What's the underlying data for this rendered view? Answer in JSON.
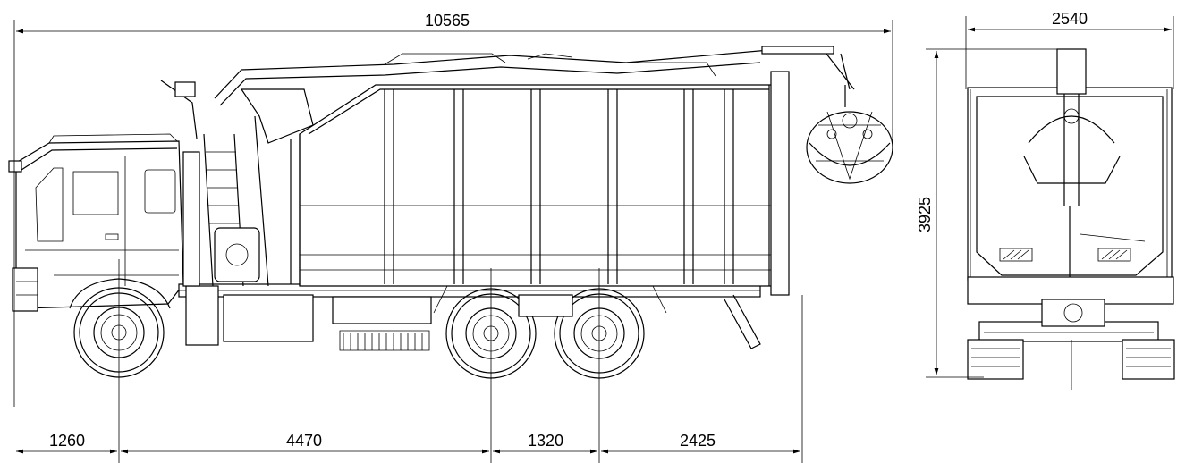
{
  "dimensions": {
    "overall_length": "10565",
    "front_overhang": "1260",
    "wheelbase_front": "4470",
    "axle_spacing": "1320",
    "rear_overhang": "2425",
    "overall_width": "2540",
    "overall_height": "3925"
  },
  "icons": {
    "side_view": "truck-side-view",
    "rear_view": "truck-rear-view",
    "grapple": "grapple-claw"
  }
}
